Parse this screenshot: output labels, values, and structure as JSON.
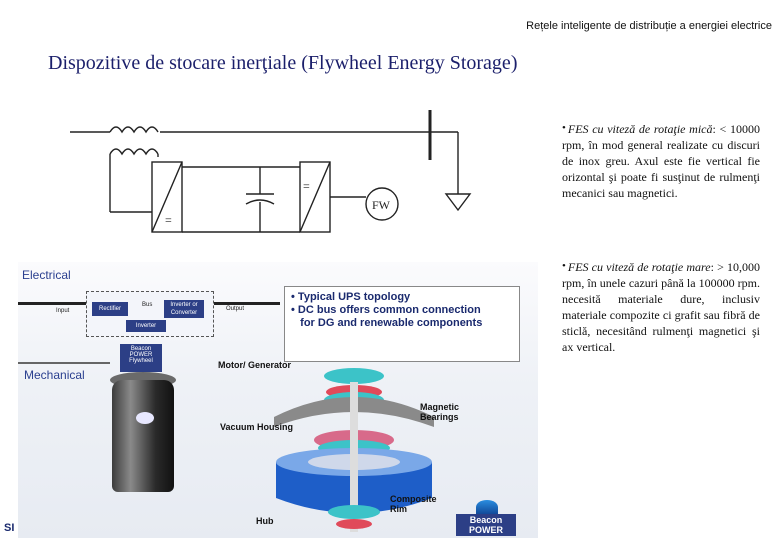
{
  "header": {
    "title": "Rețele inteligente de distribuție a energiei electrice"
  },
  "slide": {
    "title": "Dispozitive de stocare inerţiale (Flywheel Energy Storage)"
  },
  "circuit": {
    "fw_label": "FW",
    "eq_symbol": "="
  },
  "figure": {
    "electrical_label": "Electrical",
    "mechanical_label": "Mechanical",
    "input_label": "Input",
    "output_label": "Output",
    "rectifier_label": "Rectifier",
    "bus_label": "Bus",
    "inverter_converter_label": "Inverter or Converter",
    "inverter_label": "Inverter",
    "flywheel_badge": "Beacon POWER Flywheel",
    "callout": [
      "Typical UPS topology",
      "DC bus offers common connection",
      "for DG and renewable components"
    ],
    "parts": {
      "motor_generator": "Motor/ Generator",
      "vacuum_housing": "Vacuum Housing",
      "magnetic_bearings": "Magnetic Bearings",
      "composite_rim": "Composite Rim",
      "hub": "Hub"
    },
    "logo": "Beacon POWER"
  },
  "bullets": [
    {
      "italic": "FES cu viteză de rotaţie mică",
      "rest": ": < 10000 rpm, în mod general realizate cu discuri de inox greu. Axul este fie vertical fie orizontal şi poate fi susţinut de rulmenţi mecanici sau magnetici."
    },
    {
      "italic": "FES cu viteză de rotaţie mare",
      "rest": ": > 10,000 rpm, în unele cazuri până la 100000 rpm. necesită materiale dure, inclusiv materiale compozite ci grafit sau fibră de sticlă, necesitând rulmenţi magnetici şi ax vertical."
    }
  ],
  "footer": {
    "tag": "SI"
  }
}
